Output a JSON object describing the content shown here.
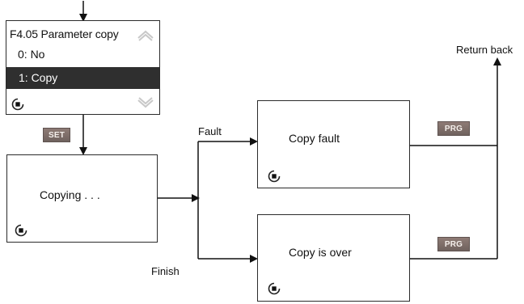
{
  "menu_screen": {
    "title": "F4.05 Parameter copy",
    "option_0": "0: No",
    "option_1": "1:  Copy"
  },
  "copying_screen": {
    "text": "Copying . . ."
  },
  "fault_screen": {
    "text": "Copy fault"
  },
  "over_screen": {
    "text": "Copy is over"
  },
  "keys": {
    "set": "SET",
    "prg_top": "PRG",
    "prg_bottom": "PRG"
  },
  "labels": {
    "fault": "Fault",
    "finish": "Finish",
    "return_back": "Return back"
  },
  "icons": {
    "stop": "stop-icon",
    "chevron_up": "chevron-up-icon",
    "chevron_down": "chevron-down-icon",
    "arrow": "arrow-icon"
  },
  "colors": {
    "line": "#111111",
    "selected_row": "#2f2f2f",
    "key_fill": "#7d6c67",
    "key_text": "#f5f0ec"
  }
}
